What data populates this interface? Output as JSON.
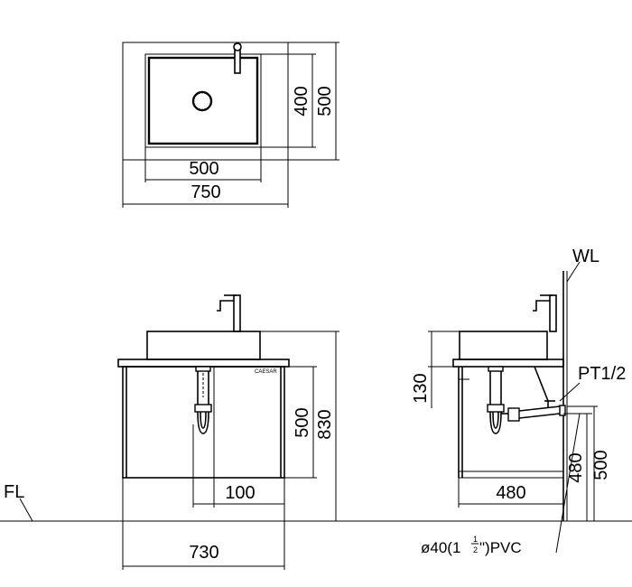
{
  "top_view": {
    "dim_bowl_width": "500",
    "dim_cabinet_width": "750",
    "dim_bowl_depth": "400",
    "dim_cabinet_depth": "500"
  },
  "front_view": {
    "brand": "CAESAR",
    "dim_drain_offset": "100",
    "dim_cabinet_height": "500",
    "dim_total_height": "830",
    "dim_width": "730",
    "floor_label": "FL"
  },
  "side_view": {
    "wall_label": "WL",
    "pipe_label": "PT1/2",
    "dim_top_height": "130",
    "dim_depth": "480",
    "dim_drain_height": "480",
    "dim_supply_height": "500",
    "drain_pipe_prefix": "ø40(1",
    "drain_pipe_num": "1",
    "drain_pipe_den": "2",
    "drain_pipe_suffix": "\")PVC"
  }
}
